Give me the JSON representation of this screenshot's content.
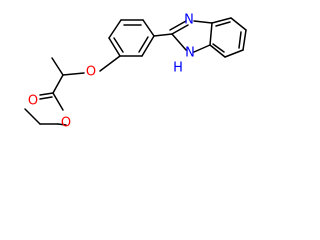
{
  "molecule": {
    "atom_labels": {
      "imidazole_n_top": "N",
      "imidazole_n_bottom": "N",
      "imidazole_h": "H",
      "ether_oxygen": "O",
      "carbonyl_oxygen": "O",
      "ester_oxygen": "O"
    },
    "colors": {
      "bonds": "#000000",
      "nitrogen": "#0000ff",
      "oxygen": "#ff0000",
      "background": "#ffffff"
    }
  }
}
